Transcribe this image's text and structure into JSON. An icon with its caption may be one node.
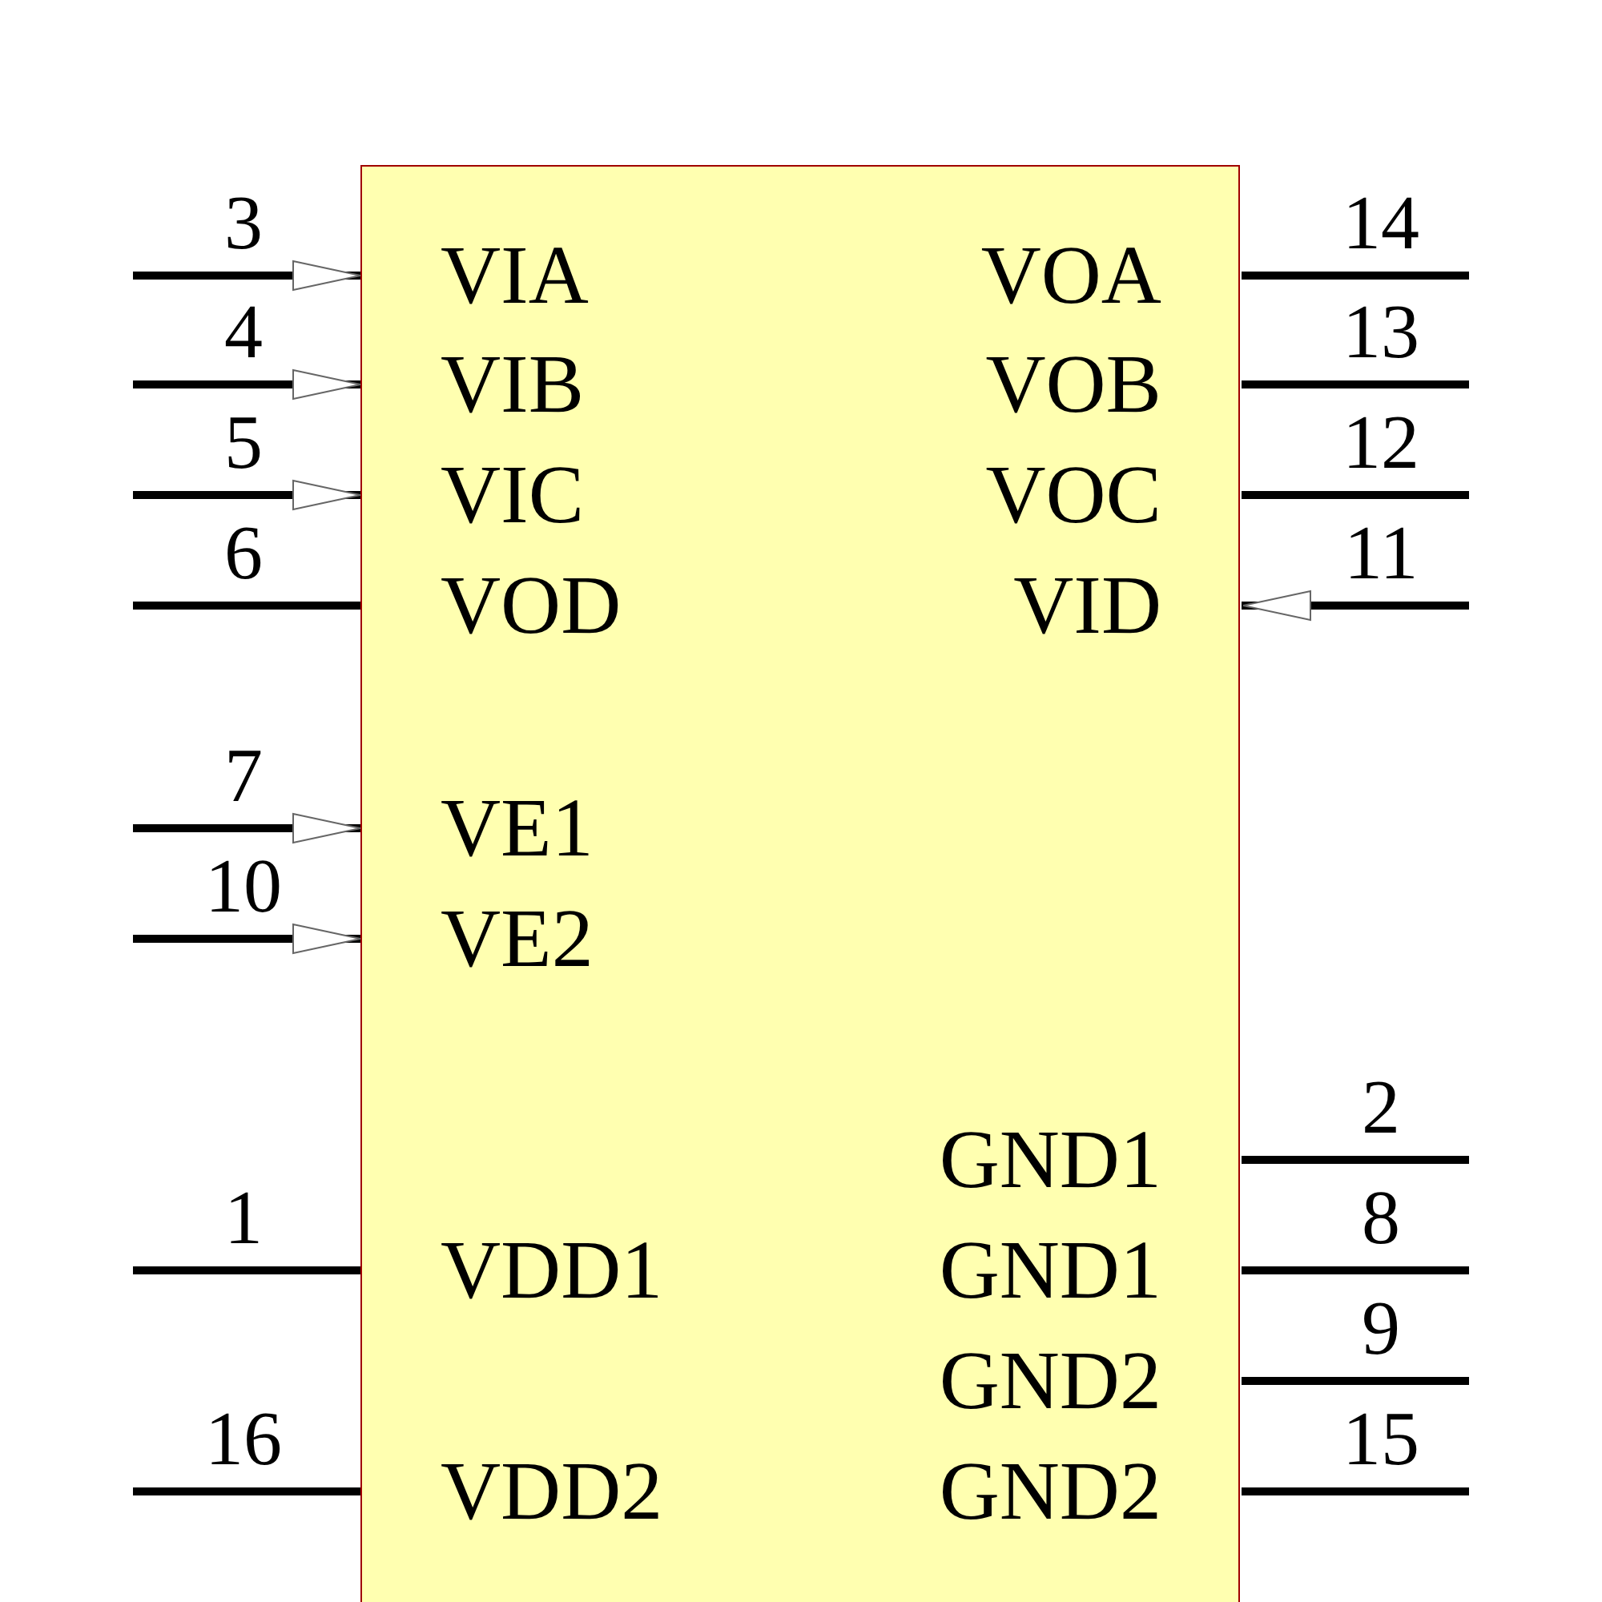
{
  "diagram": {
    "nodes": [
      {
        "text": [
          "VIA",
          "VOA",
          "VIB",
          "VOB",
          "VIC",
          "VOC",
          "VOD",
          "VID",
          "VE1",
          "VE2",
          "GND1",
          "VDD1",
          "GND1",
          "GND2",
          "VDD2",
          "GND2"
        ]
      }
    ],
    "edges": [],
    "labels": [
      "3",
      "14",
      "4",
      "13",
      "5",
      "12",
      "6",
      "11",
      "7",
      "10",
      "2",
      "1",
      "8",
      "9",
      "16",
      "15"
    ]
  }
}
